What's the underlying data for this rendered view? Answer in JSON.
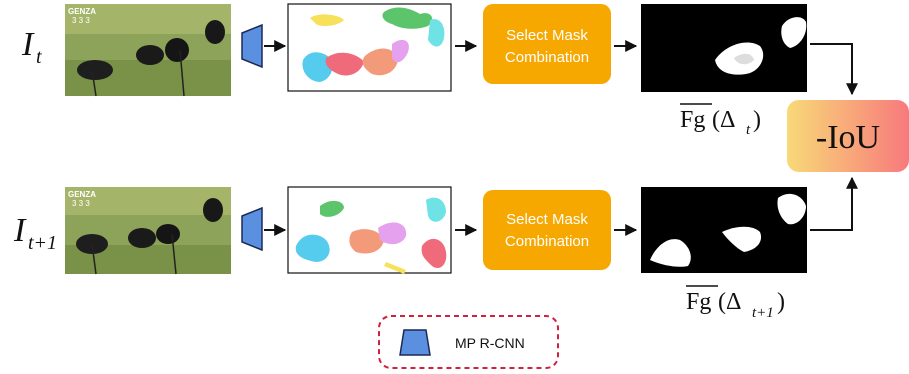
{
  "frames": {
    "top_label": "I",
    "top_sub": "t",
    "bottom_label": "I",
    "bottom_sub": "t+1"
  },
  "video_overlay": {
    "brand": "GENZA",
    "counter": "3 3 3"
  },
  "select_box": {
    "line1": "Select Mask",
    "line2": "Combination"
  },
  "fg": {
    "top_main": "Fg",
    "top_paren_open": "(Δ",
    "top_sub": "t",
    "top_paren_close": ")",
    "bottom_main": "Fg",
    "bottom_paren_open": "(Δ",
    "bottom_sub": "t+1",
    "bottom_paren_close": ")"
  },
  "iou_label": "-IoU",
  "legend": {
    "label": "MP R-CNN"
  },
  "colors": {
    "orange": "#f7a800",
    "trapezoid": "#5b8fe0",
    "legend_border": "#d0223f",
    "iou_from": "#f8d978",
    "iou_to": "#f77b78"
  }
}
